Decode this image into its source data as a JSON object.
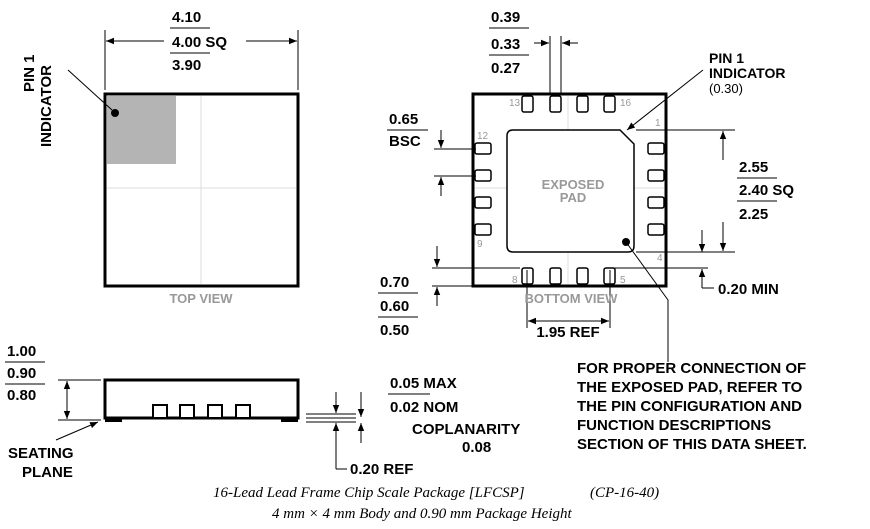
{
  "top_view": {
    "width_max": "4.10",
    "width_nom": "4.00 SQ",
    "width_min": "3.90",
    "pin1_label_line1": "PIN 1",
    "pin1_label_line2": "INDICATOR",
    "view_label": "TOP VIEW"
  },
  "bottom_view": {
    "lead_width_max": "0.39",
    "lead_width_nom": "0.33",
    "lead_width_min": "0.27",
    "pitch_value": "0.65",
    "pitch_unit": "BSC",
    "pin1_indicator_line1": "PIN 1",
    "pin1_indicator_line2": "INDICATOR",
    "pin1_indicator_line3": "(0.30)",
    "exposed_pad_line1": "EXPOSED",
    "exposed_pad_line2": "PAD",
    "pad_size_max": "2.55",
    "pad_size_nom": "2.40 SQ",
    "pad_size_min": "2.25",
    "lead_length_max": "0.70",
    "lead_length_nom": "0.60",
    "lead_length_min": "0.50",
    "min_clearance": "0.20 MIN",
    "ref_span": "1.95 REF",
    "view_label": "BOTTOM VIEW",
    "pin_numbers": [
      "13",
      "16",
      "1",
      "12",
      "9",
      "4",
      "8",
      "5"
    ]
  },
  "note_lines": [
    "FOR PROPER CONNECTION OF",
    "THE EXPOSED PAD, REFER TO",
    "THE PIN CONFIGURATION AND",
    "FUNCTION DESCRIPTIONS",
    "SECTION OF THIS DATA SHEET."
  ],
  "side_view": {
    "height_max": "1.00",
    "height_nom": "0.90",
    "height_min": "0.80",
    "seating_line1": "SEATING",
    "seating_line2": "PLANE",
    "standoff_max": "0.05 MAX",
    "standoff_nom": "0.02 NOM",
    "coplanarity_label": "COPLANARITY",
    "coplanarity_value": "0.08",
    "ref_thickness": "0.20 REF"
  },
  "caption": {
    "line1": "16-Lead Lead Frame Chip Scale Package [LFCSP]",
    "code": "(CP-16-40)",
    "line2": "4 mm × 4 mm Body and 0.90 mm Package Height"
  }
}
